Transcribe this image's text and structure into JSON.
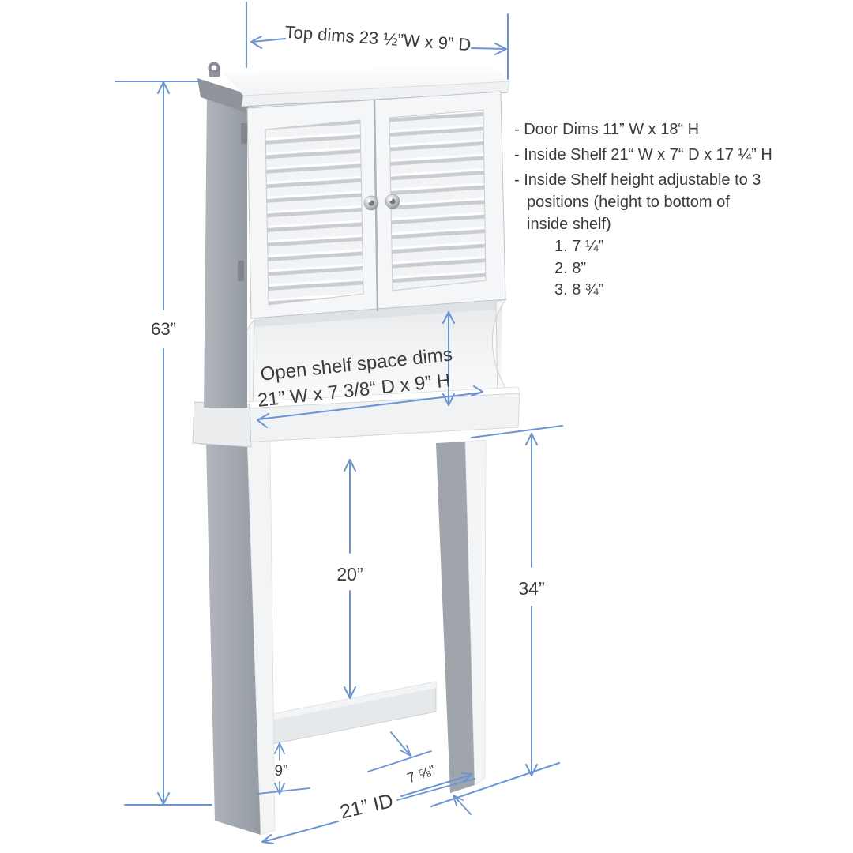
{
  "colors": {
    "dimension_blue": "#6b94d6",
    "text_dark": "#3b3b3b",
    "cabinet_white": "#f5f6f8",
    "cabinet_gray": "#a3a8af"
  },
  "dimensions": {
    "top": "Top dims 23 ½”W x 9” D",
    "overall_height": "63”",
    "open_shelf_title": "Open shelf space dims",
    "open_shelf_size": "21” W x 7 3/8“ D x 9” H",
    "inner_clearance_height": "20”",
    "tank_clearance_height": "34”",
    "foot_height": "9”",
    "leg_depth": "7 ⅝”",
    "inside_width": "21” ID"
  },
  "specs": {
    "door_dims": "- Door Dims 11” W x 18“ H",
    "inside_shelf": "- Inside Shelf 21“ W x 7“ D x 17 ¼” H",
    "shelf_adjust_line1": "- Inside Shelf height adjustable to 3",
    "shelf_adjust_line2": "positions (height to bottom of",
    "shelf_adjust_line3": "inside shelf)",
    "shelf_positions": [
      "1. 7 ¼”",
      "2. 8”",
      "3. 8 ¾”"
    ]
  }
}
